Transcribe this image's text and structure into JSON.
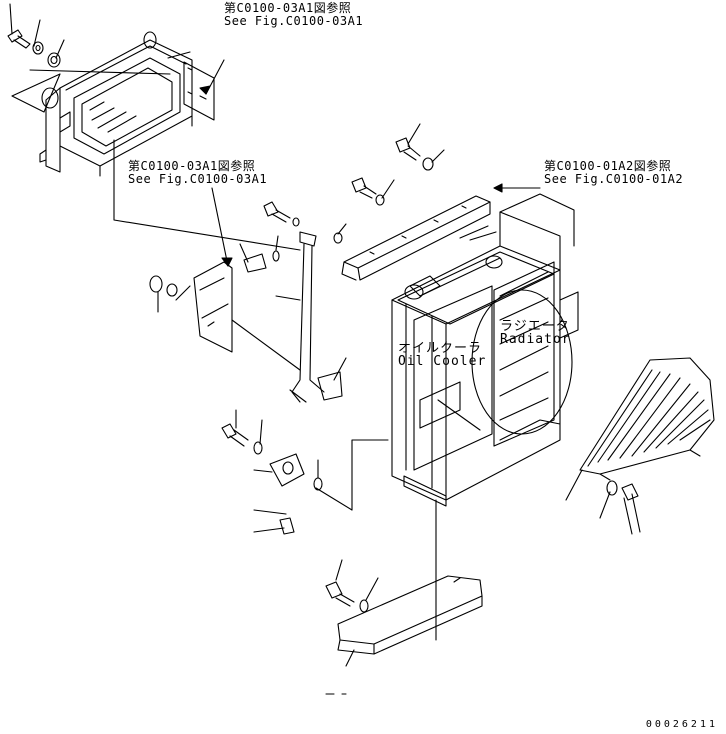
{
  "references": {
    "top": {
      "jp": "第C0100-03A1図参照",
      "en": "See Fig.C0100-03A1"
    },
    "middle_left": {
      "jp": "第C0100-03A1図参照",
      "en": "See Fig.C0100-03A1"
    },
    "right": {
      "jp": "第C0100-01A2図参照",
      "en": "See Fig.C0100-01A2"
    }
  },
  "parts": {
    "radiator": {
      "jp": "ラジエータ",
      "en": "Radiator"
    },
    "oil_cooler": {
      "jp": "オイルクーラ",
      "en": "Oil Cooler"
    }
  },
  "document_number": "00026211"
}
